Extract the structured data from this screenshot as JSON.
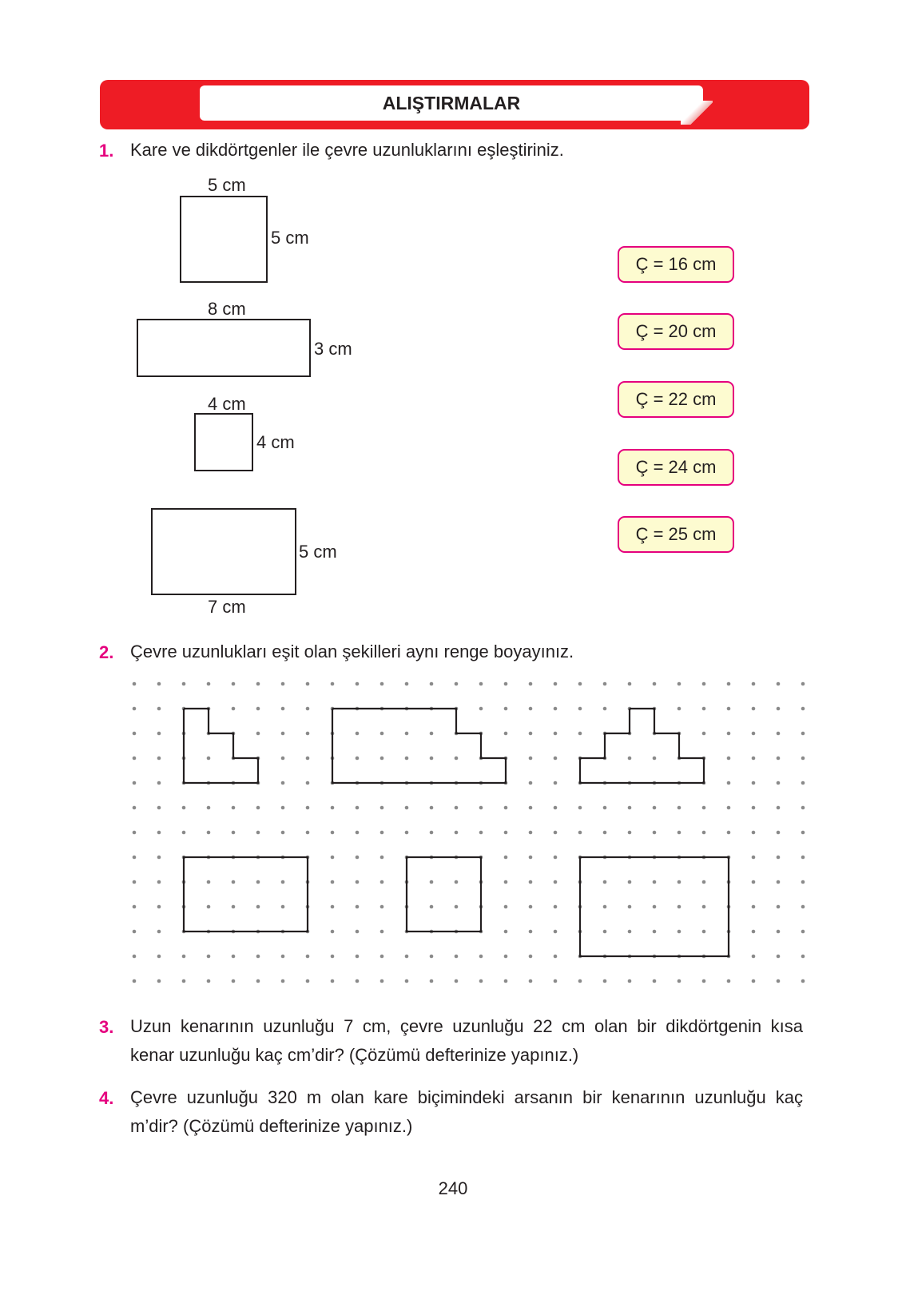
{
  "header": {
    "title": "ALIŞTIRMALAR"
  },
  "q1": {
    "number": "1.",
    "text": "Kare ve dikdörtgenler ile çevre uzunluklarını eşleştiriniz.",
    "shapes": [
      {
        "top": "5 cm",
        "side": "5 cm"
      },
      {
        "top": "8 cm",
        "side": "3 cm"
      },
      {
        "top": "4 cm",
        "side": "4 cm"
      },
      {
        "side": "5 cm",
        "bottom": "7 cm"
      }
    ],
    "perimeters": [
      "Ç = 16 cm",
      "Ç = 20 cm",
      "Ç = 22 cm",
      "Ç = 24 cm",
      "Ç = 25 cm"
    ]
  },
  "q2": {
    "number": "2.",
    "text": "Çevre uzunlukları eşit olan şekilleri aynı renge boyayınız."
  },
  "q3": {
    "number": "3.",
    "line1": "Uzun kenarının uzunluğu 7 cm, çevre uzunluğu 22 cm olan bir dikdörtgenin kısa",
    "line2": "kenar uzunluğu kaç cm’dir? (Çözümü defterinize yapınız.)"
  },
  "q4": {
    "number": "4.",
    "line1": "Çevre uzunluğu 320 m olan kare biçimindeki arsanın bir kenarının uzunluğu kaç",
    "line2": "m’dir? (Çözümü defterinize yapınız.)"
  },
  "page_number": "240",
  "colors": {
    "banner": "#ee1c25",
    "number": "#e5007e",
    "box_fill": "#fdfbd0",
    "box_border": "#e5007e"
  }
}
